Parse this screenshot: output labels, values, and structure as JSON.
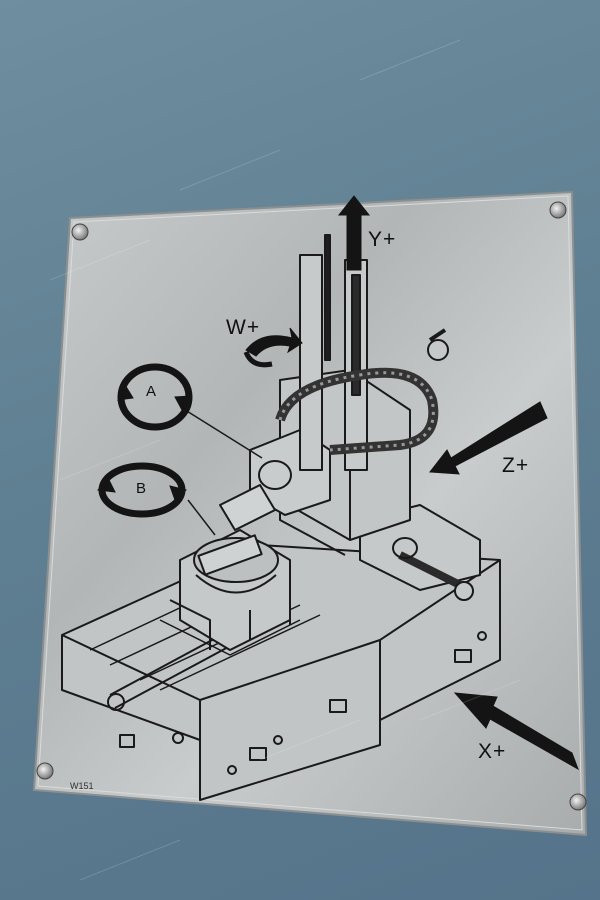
{
  "plate": {
    "axes": {
      "y": "Y+",
      "w": "W+",
      "z": "Z+",
      "x": "X+",
      "a": "A",
      "b": "B"
    },
    "code": "W151"
  },
  "colors": {
    "wall": "#607f92",
    "plate": "#b9bcbc",
    "ink": "#111111"
  }
}
